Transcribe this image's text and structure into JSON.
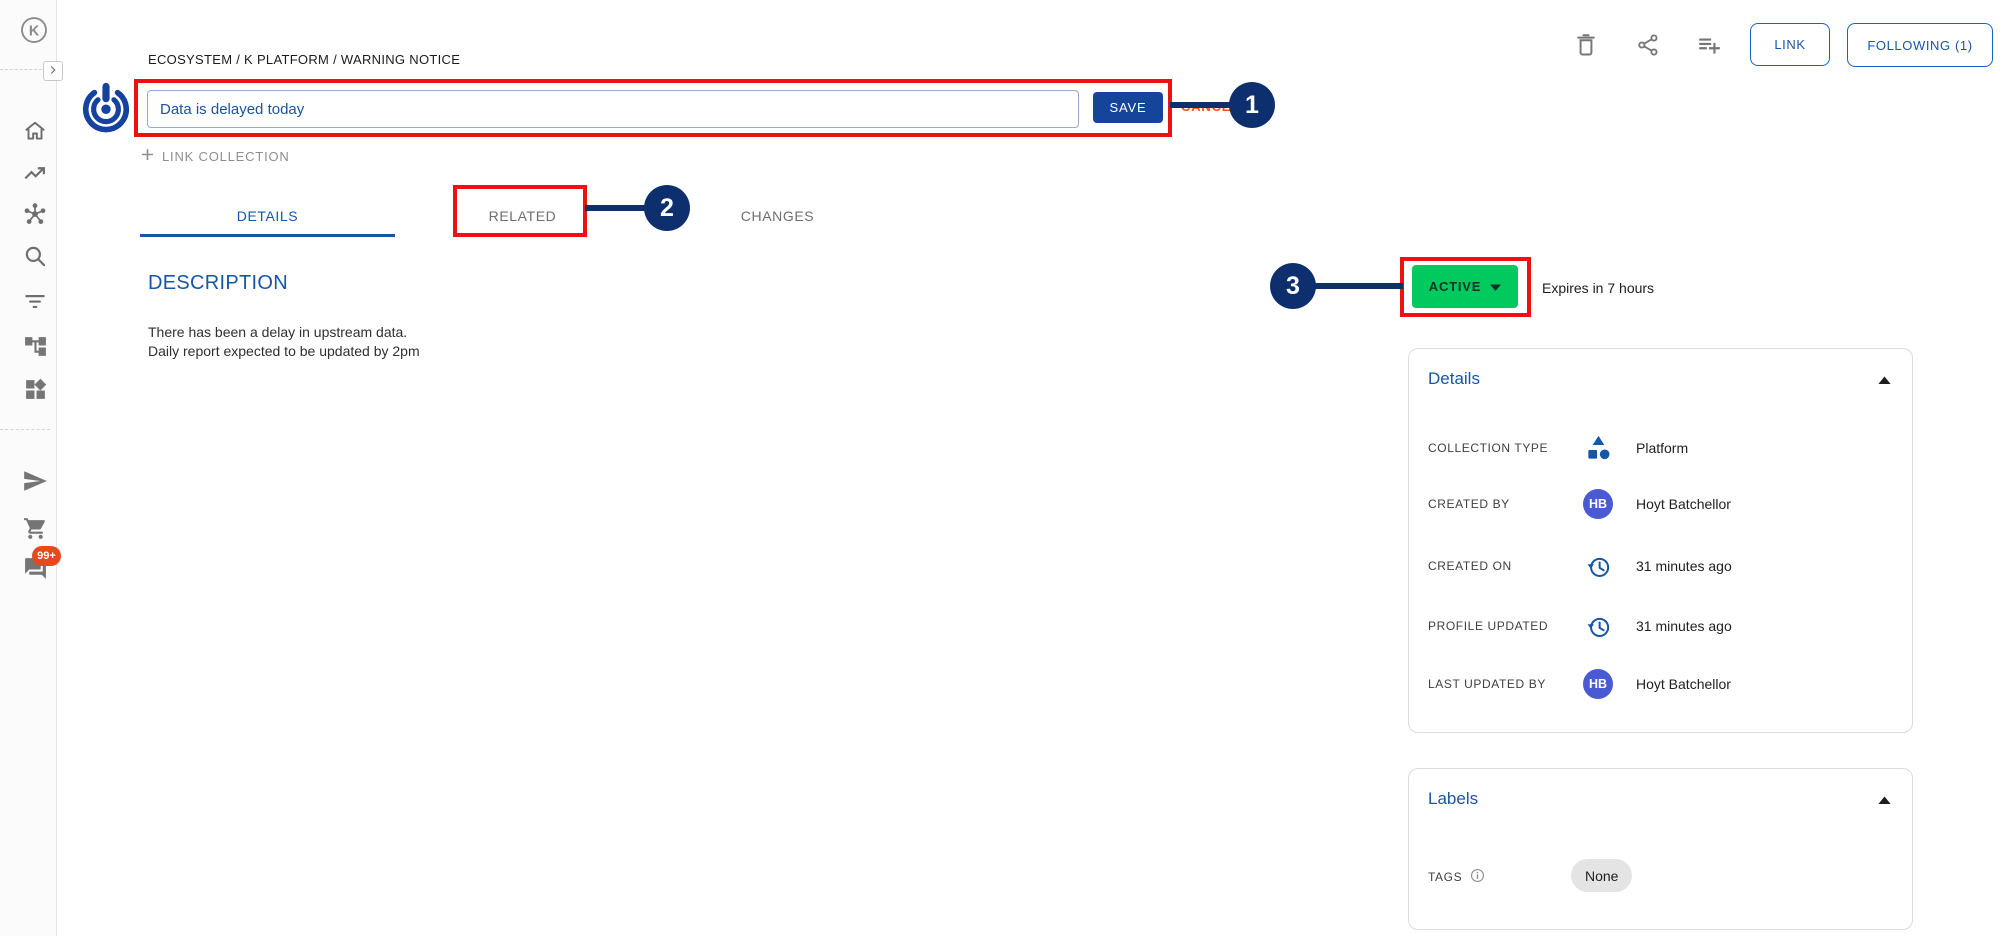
{
  "colors": {
    "primary_blue": "#1656a7",
    "save_navy": "#15459b",
    "active_green": "#00ca5d",
    "annotation_red": "#ee1111",
    "callout_navy": "#0e2f6e",
    "cancel_orange": "#f4511e",
    "avatar_blue": "#4a5ad2",
    "badge_red": "#e8481c",
    "sidebar_icon_gray": "#6e6e6e"
  },
  "sidebar": {
    "logo": "K",
    "icons": [
      "home-icon",
      "trending-up-icon",
      "hub-icon",
      "search-icon",
      "filter-icon",
      "tree-icon",
      "widgets-icon",
      "send-icon",
      "cart-icon",
      "chat-icon"
    ],
    "chat_badge": "99+"
  },
  "topbar": {
    "icons": [
      "delete-icon",
      "share-icon",
      "playlist-add-icon"
    ],
    "link_button": "LINK",
    "following_button": "FOLLOWING (1)"
  },
  "header": {
    "breadcrumb": "ECOSYSTEM / K PLATFORM / WARNING NOTICE",
    "title_value": "Data is delayed today",
    "save_button": "SAVE",
    "cancel_button": "CANCEL",
    "link_collection": "LINK COLLECTION"
  },
  "tabs": {
    "details": "DETAILS",
    "related": "RELATED",
    "changes": "CHANGES"
  },
  "description": {
    "heading": "DESCRIPTION",
    "line1": "There has been a delay in upstream data.",
    "line2": "Daily report expected to be updated by 2pm"
  },
  "status": {
    "value": "ACTIVE",
    "expires": "Expires in 7 hours"
  },
  "details_card": {
    "title": "Details",
    "rows": [
      {
        "label": "COLLECTION TYPE",
        "icon": "category-icon",
        "value": "Platform"
      },
      {
        "label": "CREATED BY",
        "icon": "avatar",
        "avatar": "HB",
        "value": "Hoyt Batchellor"
      },
      {
        "label": "CREATED ON",
        "icon": "history-icon",
        "value": "31 minutes ago"
      },
      {
        "label": "PROFILE UPDATED",
        "icon": "history-icon",
        "value": "31 minutes ago"
      },
      {
        "label": "LAST UPDATED BY",
        "icon": "avatar",
        "avatar": "HB",
        "value": "Hoyt Batchellor"
      }
    ]
  },
  "labels_card": {
    "title": "Labels",
    "tags_label": "TAGS",
    "tags_value": "None"
  },
  "annotations": {
    "one": "1",
    "two": "2",
    "three": "3"
  }
}
